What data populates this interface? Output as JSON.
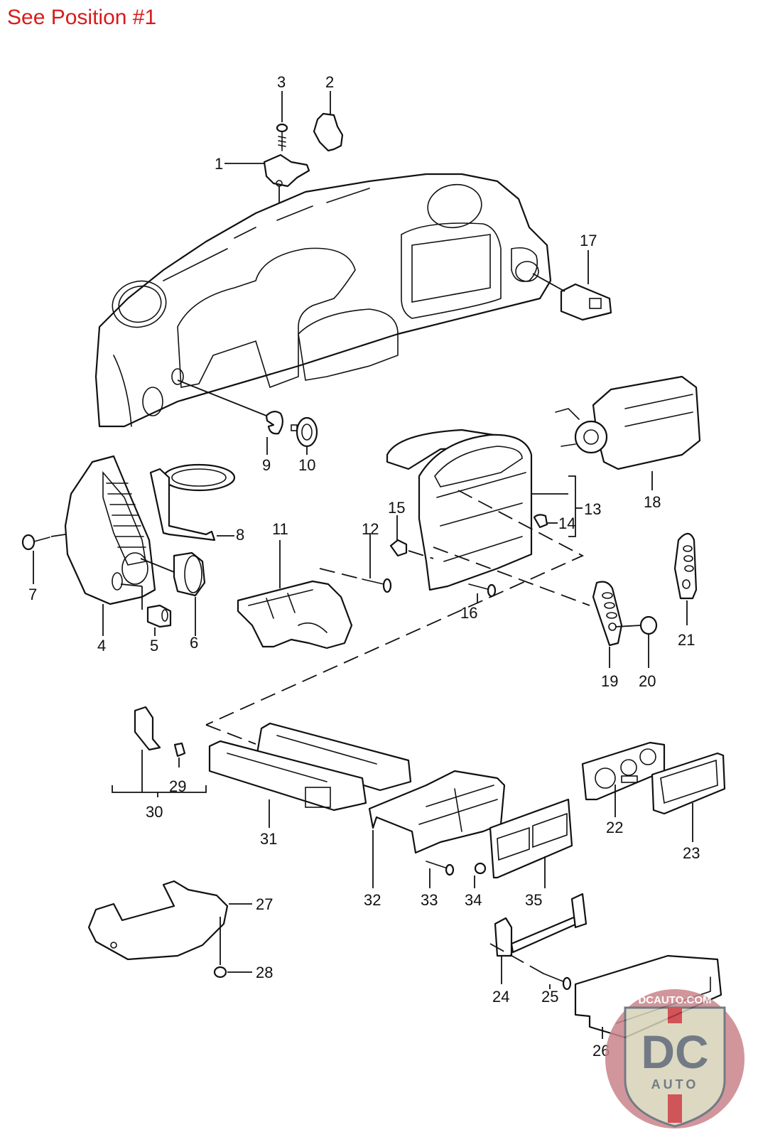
{
  "header": {
    "text": "See Position #1",
    "color": "#d81b1b"
  },
  "diagram": {
    "type": "exploded parts diagram",
    "subject": "dashboard assembly",
    "callouts": {
      "c1": "1",
      "c2": "2",
      "c3": "3",
      "c4": "4",
      "c5": "5",
      "c6": "6",
      "c7": "7",
      "c8": "8",
      "c9": "9",
      "c10": "10",
      "c11": "11",
      "c12": "12",
      "c13": "13",
      "c14": "14",
      "c15": "15",
      "c16": "16",
      "c17": "17",
      "c18": "18",
      "c19": "19",
      "c20": "20",
      "c21": "21",
      "c22": "22",
      "c23": "23",
      "c24": "24",
      "c25": "25",
      "c26": "26",
      "c27": "27",
      "c28": "28",
      "c29": "29",
      "c30": "30",
      "c31": "31",
      "c32": "32",
      "c33": "33",
      "c34": "34",
      "c35": "35"
    }
  },
  "watermark": {
    "site": "DCAUTO.COM",
    "mark": "DC",
    "sub": "AUTO",
    "colors": {
      "circle": "#c9848a",
      "shield": "#d8d2b8",
      "letters": "#5a6470",
      "stripe": "#c8383c"
    }
  }
}
